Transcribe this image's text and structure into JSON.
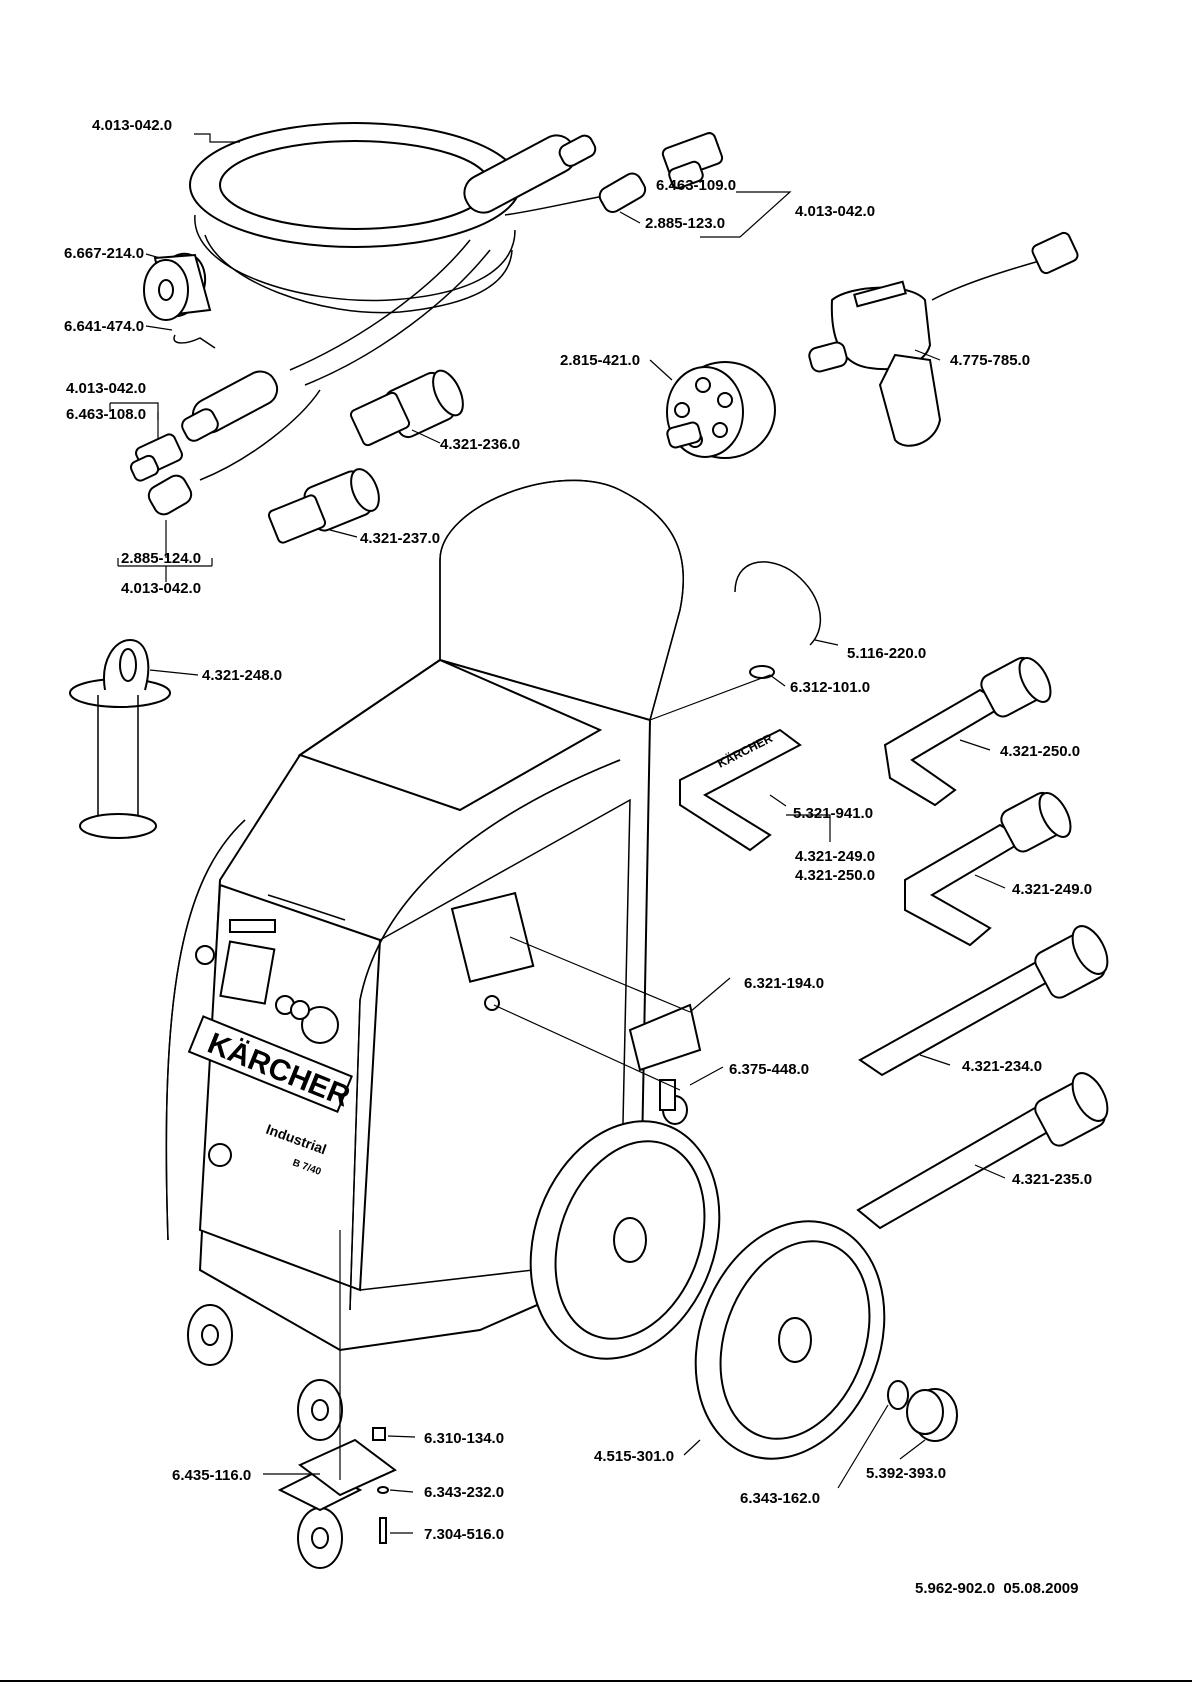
{
  "footer": {
    "doc_ref": "5.962-902.0  05.08.2009"
  },
  "machine": {
    "brand": "KÄRCHER",
    "line": "Industrial",
    "model": "B 7/40"
  },
  "labels": {
    "hose_top": "4.013-042.0",
    "coupling_top": "6.463-109.0",
    "hose_group": "4.013-042.0",
    "connector_top": "2.885-123.0",
    "tape": "6.667-214.0",
    "clip": "6.641-474.0",
    "group_left": "4.013-042.0",
    "coupling_left": "6.463-108.0",
    "nozzle_236": "4.321-236.0",
    "nozzle_237": "4.321-237.0",
    "connector_left": "2.885-124.0",
    "group_left_bottom": "4.013-042.0",
    "holder_disk": "2.815-421.0",
    "gun": "4.775-785.0",
    "handle_grip": "4.321-248.0",
    "cable_hook": "5.116-220.0",
    "ring": "6.312-101.0",
    "tool_250a": "4.321-250.0",
    "bracket": "5.321-941.0",
    "bracket_g1": "4.321-249.0",
    "bracket_g2": "4.321-250.0",
    "tool_249": "4.321-249.0",
    "tray": "6.321-194.0",
    "lock": "6.375-448.0",
    "tool_234": "4.321-234.0",
    "tool_235": "4.321-235.0",
    "nut": "6.310-134.0",
    "plate": "6.435-116.0",
    "washer": "6.343-232.0",
    "screw": "7.304-516.0",
    "wheel": "4.515-301.0",
    "clamp_ring": "6.343-162.0",
    "hub_cap": "5.392-393.0"
  }
}
